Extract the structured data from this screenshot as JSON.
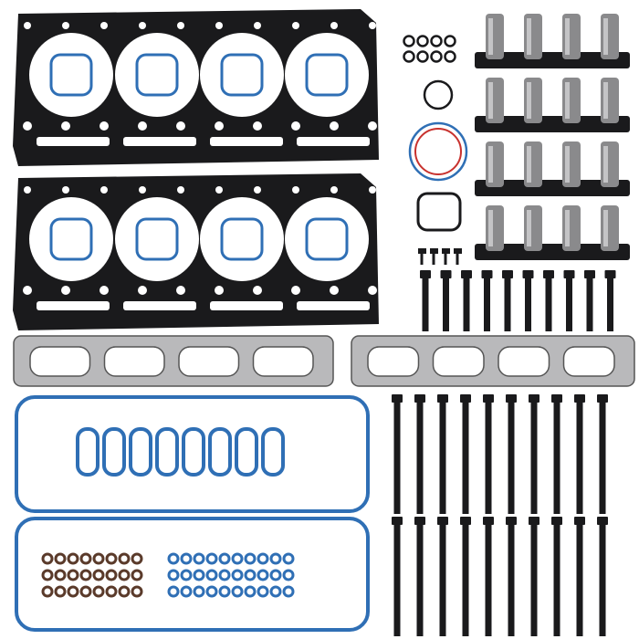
{
  "image": {
    "kind": "product-photo",
    "background": "#ffffff",
    "colors": {
      "gasket_black": "#1a1a1c",
      "seal_blue": "#2f6fb5",
      "manifold_grey": "#b9b9bb",
      "lifter_grey": "#8a8a8c",
      "oring_red": "#c8322e",
      "valve_seal_brown": "#5a3a2a"
    },
    "items": {
      "head_gaskets": 2,
      "lifter_trays": 4,
      "lifters_per_tray": 4,
      "short_bolts": 10,
      "long_bolts": 20,
      "small_bolts": 4,
      "exhaust_gaskets": 2,
      "valve_cover_gaskets": 2,
      "spark_plug_tube_seals": 8,
      "small_orings": 8
    }
  }
}
